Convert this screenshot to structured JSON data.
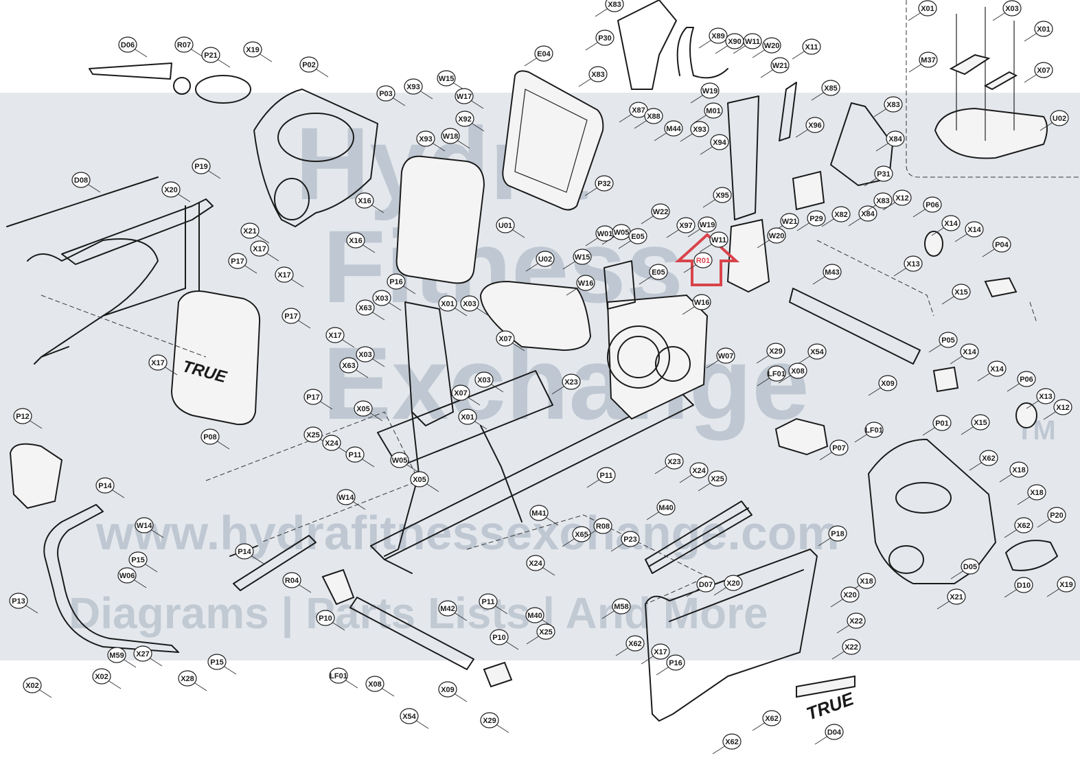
{
  "colors": {
    "watermark_band": "#d9dfe6",
    "watermark_text": "#7d8da1",
    "highlight": "#d9434a",
    "ink": "#1a1a1a"
  },
  "watermark": {
    "url": "www.hydrafitnessexchange.com",
    "tagline": "Diagrams | Parts Lists | And More",
    "brand_line1": "Hydra",
    "brand_line2": "Fitness",
    "brand_line3": "Exchange",
    "trademark": "TM"
  },
  "brand_logo_text": "TRUE",
  "highlight_callout": "R01",
  "callouts": [
    "D06",
    "R07",
    "P21",
    "X19",
    "P02",
    "P03",
    "X93",
    "W15",
    "W17",
    "X92",
    "W18",
    "X93",
    "D08",
    "X20",
    "P19",
    "X21",
    "X16",
    "U01",
    "X16",
    "P16",
    "P17",
    "X17",
    "X17",
    "P17",
    "X17",
    "P17",
    "X17",
    "P08",
    "E04",
    "X83",
    "P30",
    "X83",
    "X89",
    "X90",
    "W11",
    "W20",
    "W21",
    "X11",
    "W19",
    "X85",
    "M01",
    "X87",
    "X88",
    "M44",
    "X93",
    "X94",
    "X96",
    "X83",
    "X84",
    "P31",
    "P32",
    "W22",
    "X95",
    "X97",
    "W19",
    "W11",
    "W21",
    "W20",
    "P29",
    "X82",
    "X84",
    "X83",
    "X12",
    "P06",
    "X14",
    "X14",
    "P04",
    "X13",
    "X15",
    "X01",
    "X03",
    "X01",
    "M37",
    "X07",
    "U02",
    "W01",
    "W05",
    "E05",
    "W15",
    "W16",
    "E05",
    "W16",
    "W07",
    "R01",
    "M43",
    "U02",
    "X63",
    "X03",
    "X01",
    "X03",
    "X07",
    "X63",
    "X03",
    "X03",
    "X07",
    "X05",
    "X01",
    "X25",
    "X24",
    "P11",
    "W05",
    "X05",
    "X23",
    "X23",
    "P11",
    "X24",
    "X25",
    "M40",
    "X29",
    "X54",
    "X08",
    "LF01",
    "X09",
    "P05",
    "X14",
    "X14",
    "P06",
    "X13",
    "X12",
    "X15",
    "LF01",
    "P07",
    "P01",
    "X62",
    "X18",
    "X18",
    "P20",
    "X62",
    "D05",
    "D10",
    "X19",
    "X21",
    "P12",
    "P14",
    "W14",
    "P15",
    "W06",
    "P14",
    "R04",
    "P13",
    "M59",
    "X27",
    "X28",
    "P15",
    "X02",
    "X02",
    "W14",
    "M41",
    "P10",
    "M42",
    "LF01",
    "X08",
    "X54",
    "X09",
    "X29",
    "P10",
    "X65",
    "R08",
    "P23",
    "M58",
    "X24",
    "P11",
    "M40",
    "X25",
    "P18",
    "X18",
    "D07",
    "X20",
    "X20",
    "X22",
    "X22",
    "X62",
    "X17",
    "P16",
    "X62",
    "X62",
    "D04"
  ]
}
